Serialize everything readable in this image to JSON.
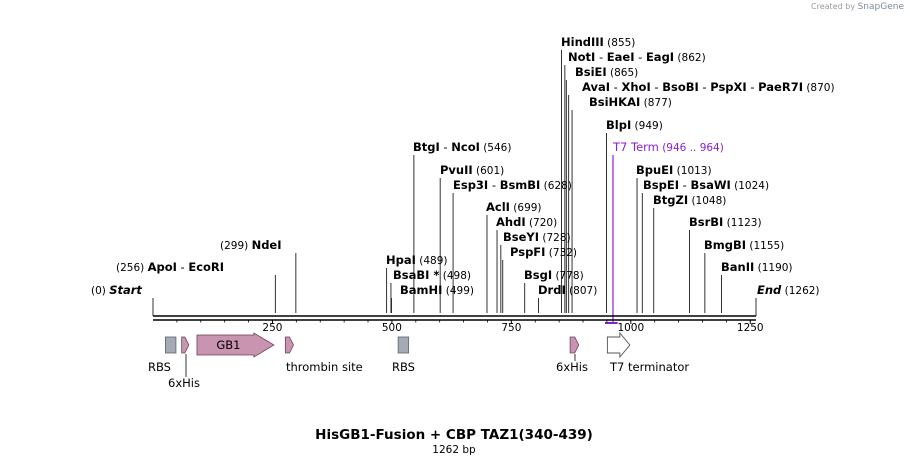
{
  "credit": {
    "prefix": "Created by",
    "brand": "SnapGene"
  },
  "title": "HisGB1-Fusion + CBP TAZ1(340-439)",
  "length_label": "1262 bp",
  "sequence_length": 1262,
  "ruler_ticks": [
    "250",
    "500",
    "750",
    "1000",
    "1250"
  ],
  "ruler_tick_values": [
    250,
    500,
    750,
    1000,
    1250
  ],
  "colors": {
    "feature": "#c994b0",
    "rbs": "#a5abb5",
    "terminator_label": "#8b1fd0",
    "text": "#000000"
  },
  "sites": [
    {
      "names": [
        "Start"
      ],
      "pos": "(0)",
      "pos_first": true,
      "italic": true,
      "bp": 0
    },
    {
      "names": [
        "End"
      ],
      "pos": "(1262)",
      "italic": true,
      "bp": 1262
    },
    {
      "names": [
        "ApoI",
        "EcoRI"
      ],
      "pos": "(256)",
      "pos_first": true,
      "bp": 256
    },
    {
      "names": [
        "NdeI"
      ],
      "pos": "(299)",
      "pos_first": true,
      "bp": 299
    },
    {
      "names": [
        "HpaI"
      ],
      "pos": "(489)",
      "bp": 489
    },
    {
      "names": [
        "BsaBI *"
      ],
      "pos": "(498)",
      "bp": 498
    },
    {
      "names": [
        "BamHI"
      ],
      "pos": "(499)",
      "bp": 499
    },
    {
      "names": [
        "BtgI",
        "NcoI"
      ],
      "pos": "(546)",
      "bp": 546
    },
    {
      "names": [
        "PvuII"
      ],
      "pos": "(601)",
      "bp": 601
    },
    {
      "names": [
        "Esp3I",
        "BsmBI"
      ],
      "pos": "(628)",
      "bp": 628
    },
    {
      "names": [
        "AclI"
      ],
      "pos": "(699)",
      "bp": 699
    },
    {
      "names": [
        "AhdI"
      ],
      "pos": "(720)",
      "bp": 720
    },
    {
      "names": [
        "BseYI"
      ],
      "pos": "(728)",
      "bp": 728
    },
    {
      "names": [
        "PspFI"
      ],
      "pos": "(732)",
      "bp": 732
    },
    {
      "names": [
        "BsgI"
      ],
      "pos": "(778)",
      "bp": 778
    },
    {
      "names": [
        "DrdI"
      ],
      "pos": "(807)",
      "bp": 807
    },
    {
      "names": [
        "HindIII"
      ],
      "pos": "(855)",
      "bp": 855
    },
    {
      "names": [
        "NotI",
        "EaeI",
        "EagI"
      ],
      "pos": "(862)",
      "bp": 862
    },
    {
      "names": [
        "BsiEI"
      ],
      "pos": "(865)",
      "bp": 865
    },
    {
      "names": [
        "AvaI",
        "XhoI",
        "BsoBI",
        "PspXI",
        "PaeR7I"
      ],
      "pos": "(870)",
      "bp": 870
    },
    {
      "names": [
        "BsiHKAI"
      ],
      "pos": "(877)",
      "bp": 877
    },
    {
      "names": [
        "BlpI"
      ],
      "pos": "(949)",
      "bp": 949
    },
    {
      "names": [
        "BpuEI"
      ],
      "pos": "(1013)",
      "bp": 1013
    },
    {
      "names": [
        "BspEI",
        "BsaWI"
      ],
      "pos": "(1024)",
      "bp": 1024
    },
    {
      "names": [
        "BtgZI"
      ],
      "pos": "(1048)",
      "bp": 1048
    },
    {
      "names": [
        "BsrBI"
      ],
      "pos": "(1123)",
      "bp": 1123
    },
    {
      "names": [
        "BmgBI"
      ],
      "pos": "(1155)",
      "bp": 1155
    },
    {
      "names": [
        "BanII"
      ],
      "pos": "(1190)",
      "bp": 1190
    }
  ],
  "primer_binding": {
    "name": "T7 Term",
    "range": "(946 .. 964)",
    "start": 946,
    "end": 964
  },
  "features": [
    {
      "label": "RBS",
      "kind": "rbs",
      "start": 26,
      "end": 48
    },
    {
      "label": "6xHis",
      "kind": "his",
      "start": 60,
      "end": 75
    },
    {
      "label": "GB1",
      "kind": "arrow",
      "start": 92,
      "end": 253
    },
    {
      "label": "thrombin site",
      "kind": "his",
      "start": 277,
      "end": 294
    },
    {
      "label": "RBS",
      "kind": "rbs",
      "start": 513,
      "end": 535
    },
    {
      "label": "6xHis",
      "kind": "his",
      "start": 873,
      "end": 891
    },
    {
      "label": "T7 terminator",
      "kind": "terminator",
      "start": 951,
      "end": 998
    }
  ]
}
